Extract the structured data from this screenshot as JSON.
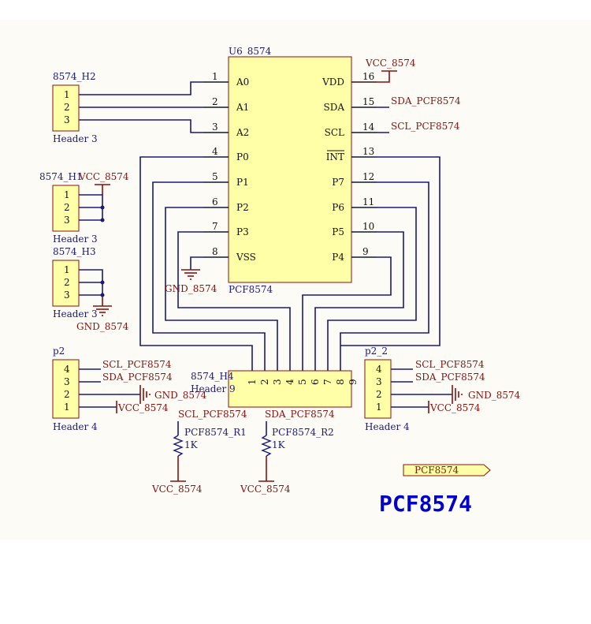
{
  "chip": {
    "designator": "U6_8574",
    "part": "PCF8574",
    "left_pins": [
      {
        "num": "1",
        "name": "A0"
      },
      {
        "num": "2",
        "name": "A1"
      },
      {
        "num": "3",
        "name": "A2"
      },
      {
        "num": "4",
        "name": "P0"
      },
      {
        "num": "5",
        "name": "P1"
      },
      {
        "num": "6",
        "name": "P2"
      },
      {
        "num": "7",
        "name": "P3"
      },
      {
        "num": "8",
        "name": "VSS"
      }
    ],
    "right_pins": [
      {
        "num": "16",
        "name": "VDD"
      },
      {
        "num": "15",
        "name": "SDA"
      },
      {
        "num": "14",
        "name": "SCL"
      },
      {
        "num": "13",
        "name": "INT"
      },
      {
        "num": "12",
        "name": "P7"
      },
      {
        "num": "11",
        "name": "P6"
      },
      {
        "num": "10",
        "name": "P5"
      },
      {
        "num": "9",
        "name": "P4"
      }
    ],
    "right_nets": {
      "vdd": "VCC_8574",
      "sda": "SDA_PCF8574",
      "scl": "SCL_PCF8574"
    },
    "vss_net": "GND_8574"
  },
  "headers": {
    "h2": {
      "designator": "8574_H2",
      "type": "Header 3",
      "pins": [
        "1",
        "2",
        "3"
      ]
    },
    "h1": {
      "designator": "8574_H1",
      "type": "Header 3",
      "pins": [
        "1",
        "2",
        "3"
      ],
      "net": "VCC_8574"
    },
    "h3": {
      "designator": "8574_H3",
      "type": "Header 3",
      "pins": [
        "1",
        "2",
        "3"
      ],
      "net": "GND_8574"
    },
    "p2": {
      "designator": "p2",
      "type": "Header 4",
      "pins": [
        "4",
        "3",
        "2",
        "1"
      ],
      "nets": [
        "SCL_PCF8574",
        "SDA_PCF8574",
        "GND_8574",
        "VCC_8574"
      ]
    },
    "p2_2": {
      "designator": "p2_2",
      "type": "Header 4",
      "pins": [
        "4",
        "3",
        "2",
        "1"
      ],
      "nets": [
        "SCL_PCF8574",
        "SDA_PCF8574",
        "GND_8574",
        "VCC_8574"
      ]
    },
    "h4": {
      "designator": "8574_H4",
      "type": "Header 9",
      "pins": [
        "1",
        "2",
        "3",
        "4",
        "5",
        "6",
        "7",
        "8",
        "9"
      ]
    }
  },
  "resistors": [
    {
      "designator": "PCF8574_R1",
      "value": "1K",
      "top_net": "SCL_PCF8574",
      "bottom_net": "VCC_8574"
    },
    {
      "designator": "PCF8574_R2",
      "value": "1K",
      "top_net": "SDA_PCF8574",
      "bottom_net": "VCC_8574"
    }
  ],
  "port_label": "PCF8574",
  "sheet_title": "PCF8574",
  "colors": {
    "component_fill": "#ffffa8",
    "component_stroke": "#8a1010",
    "wire": "#1a1a7a",
    "net_text": "#8a1010",
    "label_text": "#1a1a7a",
    "title": "#0000cc",
    "sheet_background": "#fdfbf5"
  }
}
